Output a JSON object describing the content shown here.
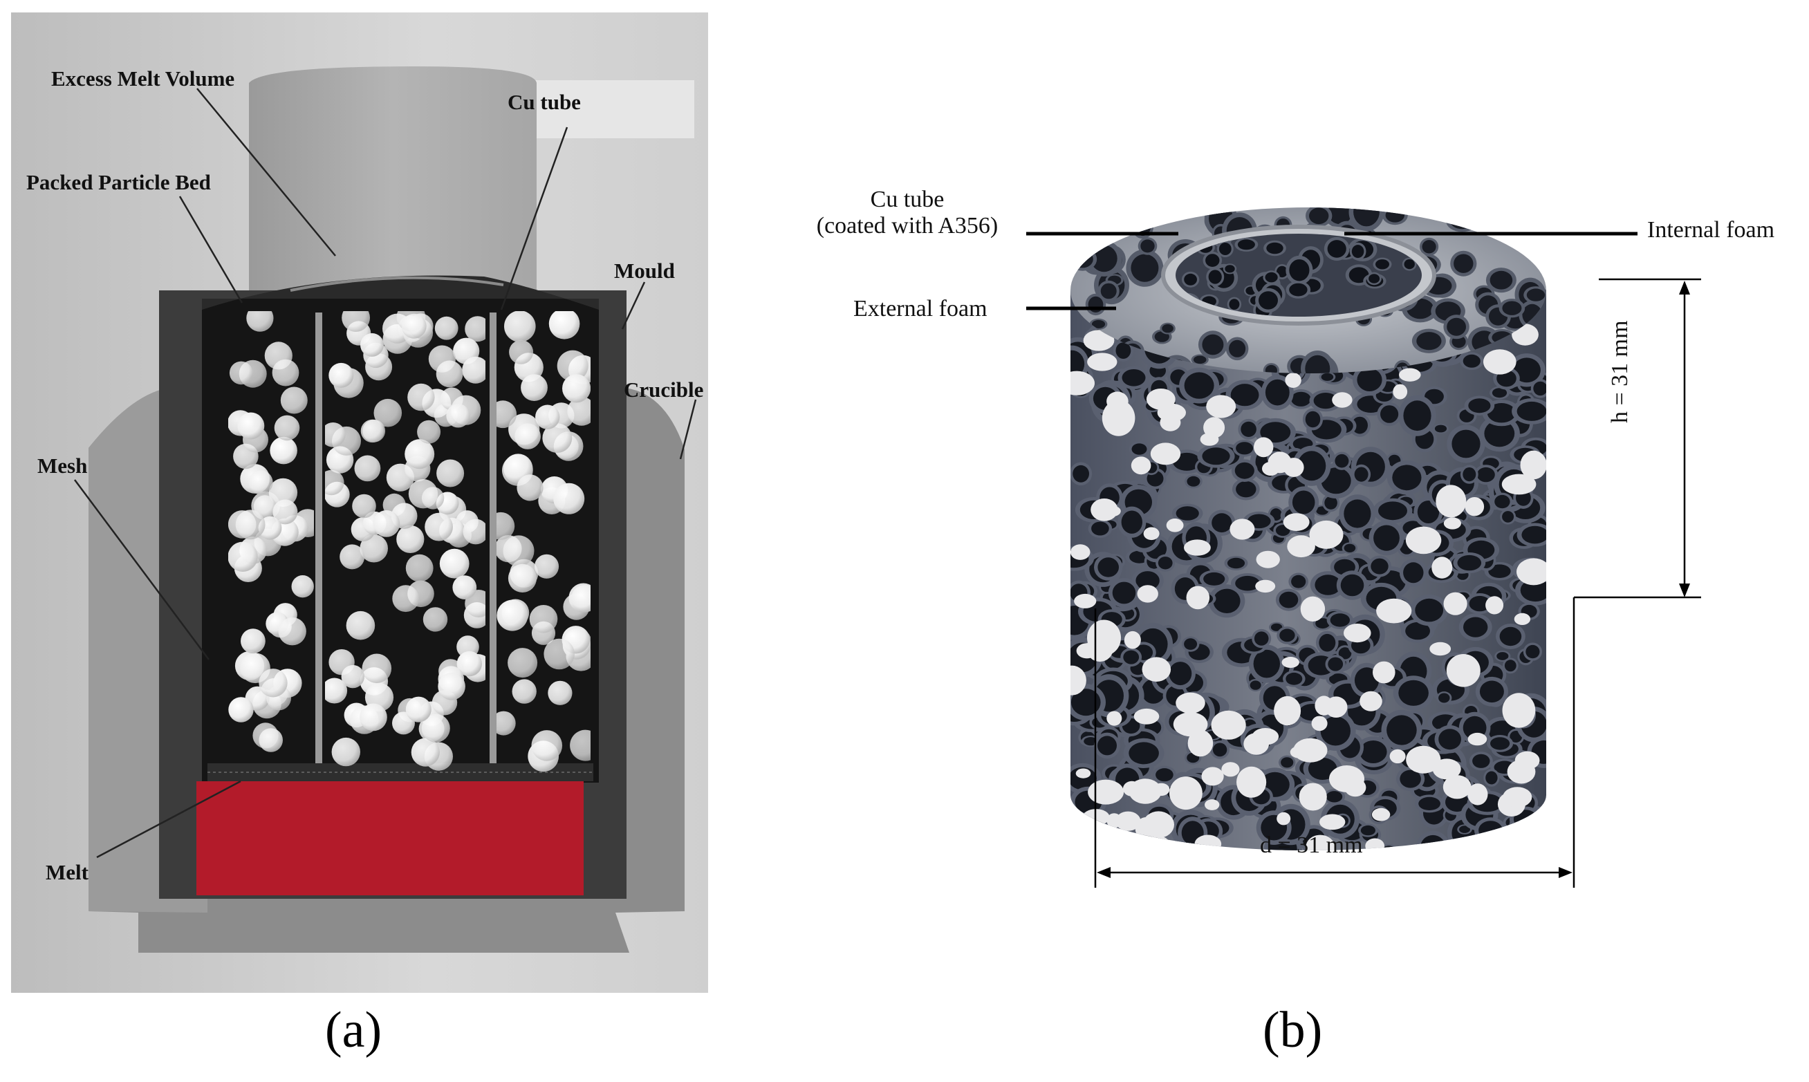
{
  "panel_a": {
    "caption": "(a)",
    "labels": {
      "excess_melt_volume": "Excess Melt Volume",
      "cu_tube": "Cu tube",
      "packed_particle_bed": "Packed Particle Bed",
      "mould": "Mould",
      "crucible": "Crucible",
      "mesh": "Mesh",
      "melt": "Melt"
    },
    "colors": {
      "background": "#dcdcdc",
      "crucible": "#8a8a8a",
      "mould": "#3f3f3f",
      "interior": "#151515",
      "melt": "#b31b2a",
      "particles": "#f2f2f2"
    }
  },
  "panel_b": {
    "caption": "(b)",
    "labels": {
      "cu_tube_line1": "Cu tube",
      "cu_tube_line2": "(coated with A356)",
      "internal_foam": "Internal foam",
      "external_foam": "External foam"
    },
    "dimensions": {
      "height_label": "h = 31 mm",
      "diameter_label": "d = 31 mm"
    },
    "colors": {
      "foam": "#3b4150",
      "metal": "#b9bcc2",
      "pores": "#161922"
    }
  }
}
